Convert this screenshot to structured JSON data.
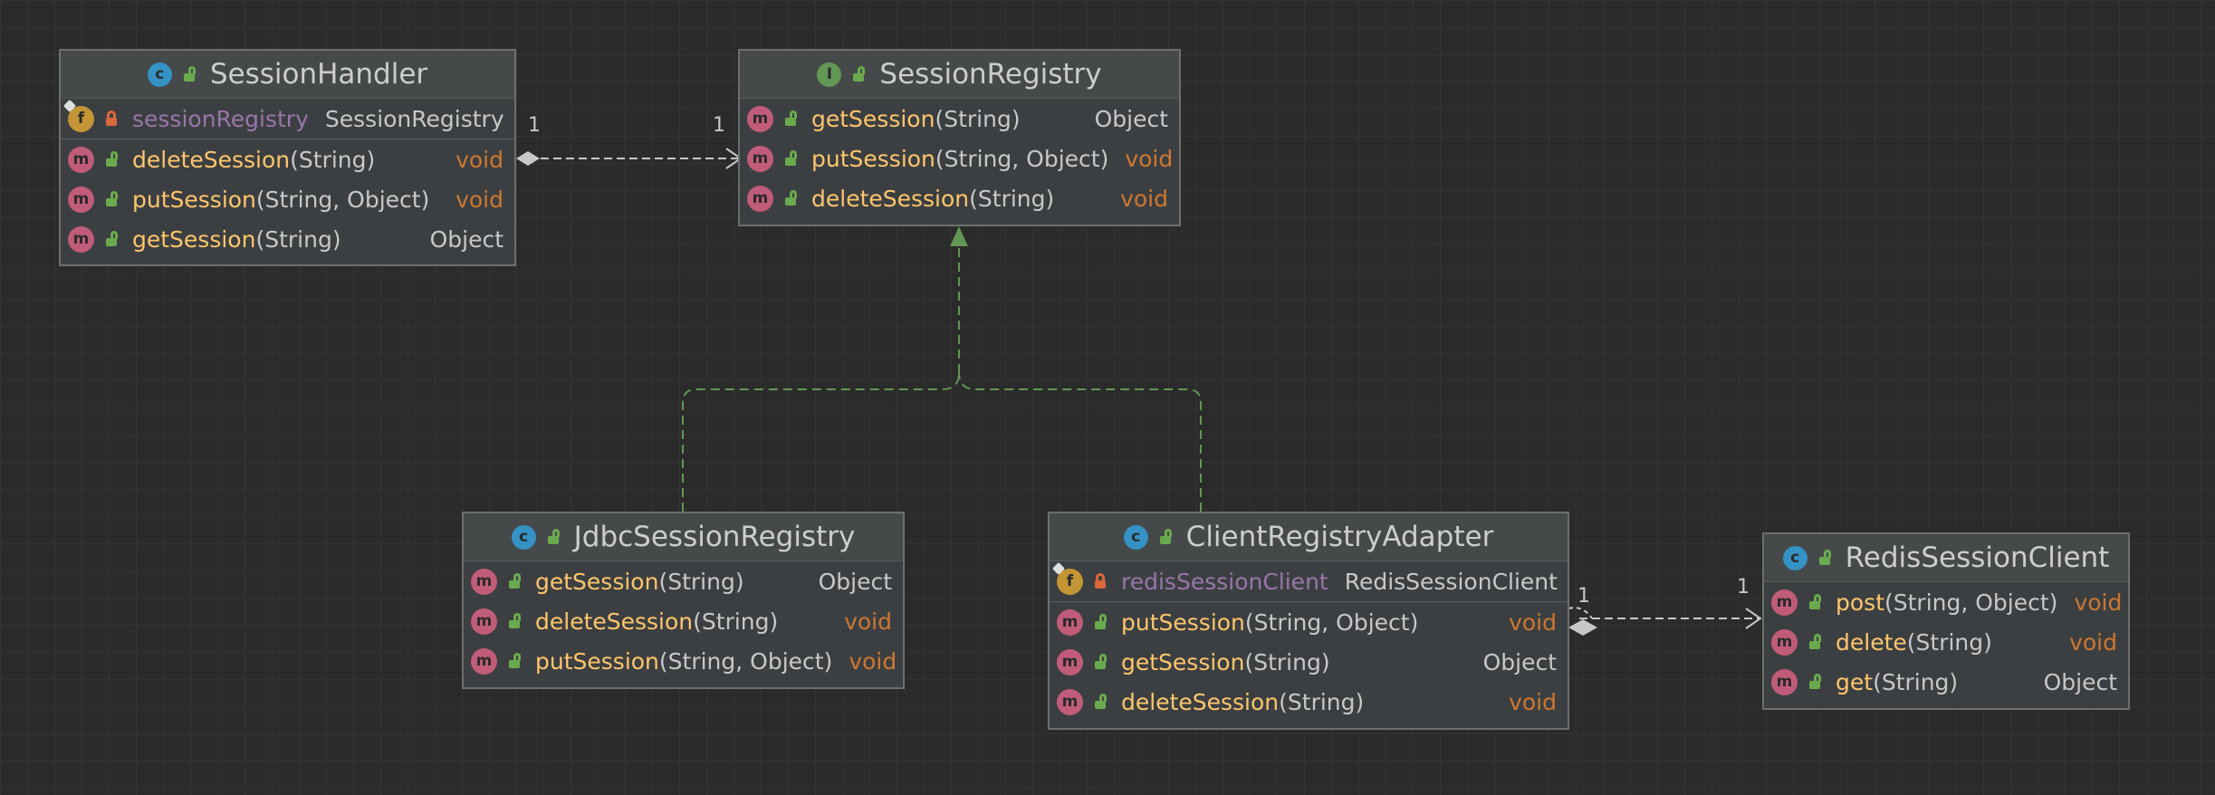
{
  "diagram": {
    "classes": [
      {
        "id": "session-handler",
        "kind": "C",
        "name": "SessionHandler",
        "fields": [
          {
            "name": "sessionRegistry",
            "type": "SessionRegistry",
            "visibility": "private"
          }
        ],
        "methods": [
          {
            "name": "deleteSession",
            "params": "(String)",
            "returns": "void"
          },
          {
            "name": "putSession",
            "params": "(String, Object)",
            "returns": "void"
          },
          {
            "name": "getSession",
            "params": "(String)",
            "returns": "Object"
          }
        ]
      },
      {
        "id": "session-registry",
        "kind": "I",
        "name": "SessionRegistry",
        "fields": [],
        "methods": [
          {
            "name": "getSession",
            "params": "(String)",
            "returns": "Object"
          },
          {
            "name": "putSession",
            "params": "(String, Object)",
            "returns": "void"
          },
          {
            "name": "deleteSession",
            "params": "(String)",
            "returns": "void"
          }
        ]
      },
      {
        "id": "jdbc-session-registry",
        "kind": "C",
        "name": "JdbcSessionRegistry",
        "fields": [],
        "methods": [
          {
            "name": "getSession",
            "params": "(String)",
            "returns": "Object"
          },
          {
            "name": "deleteSession",
            "params": "(String)",
            "returns": "void"
          },
          {
            "name": "putSession",
            "params": "(String, Object)",
            "returns": "void"
          }
        ]
      },
      {
        "id": "client-registry-adapter",
        "kind": "C",
        "name": "ClientRegistryAdapter",
        "fields": [
          {
            "name": "redisSessionClient",
            "type": "RedisSessionClient",
            "visibility": "private"
          }
        ],
        "methods": [
          {
            "name": "putSession",
            "params": "(String, Object)",
            "returns": "void"
          },
          {
            "name": "getSession",
            "params": "(String)",
            "returns": "Object"
          },
          {
            "name": "deleteSession",
            "params": "(String)",
            "returns": "void"
          }
        ]
      },
      {
        "id": "redis-session-client",
        "kind": "C",
        "name": "RedisSessionClient",
        "fields": [],
        "methods": [
          {
            "name": "post",
            "params": "(String, Object)",
            "returns": "void"
          },
          {
            "name": "delete",
            "params": "(String)",
            "returns": "void"
          },
          {
            "name": "get",
            "params": "(String)",
            "returns": "Object"
          }
        ]
      }
    ],
    "relations": [
      {
        "type": "composition",
        "from": "session-handler",
        "to": "session-registry",
        "from_mult": "1",
        "to_mult": "1"
      },
      {
        "type": "realization",
        "from": "jdbc-session-registry",
        "to": "session-registry"
      },
      {
        "type": "realization",
        "from": "client-registry-adapter",
        "to": "session-registry"
      },
      {
        "type": "composition",
        "from": "client-registry-adapter",
        "to": "redis-session-client",
        "from_mult": "1",
        "to_mult": "1"
      }
    ],
    "colors": {
      "background": "#2b2b2b",
      "grid": "#333333",
      "method_name": "#ffc66d",
      "field_name": "#9876aa",
      "void_type": "#cc7832",
      "realization_edge": "#629755",
      "association_edge": "#c8c8c8",
      "class_icon": "#3592c4",
      "interface_icon": "#629755",
      "method_icon": "#c05c79",
      "field_icon": "#c49534"
    },
    "icons": {
      "class": "class-c-icon",
      "interface": "interface-i-icon",
      "method": "method-m-icon",
      "field": "field-f-icon",
      "public": "public-lock-icon",
      "private": "private-lock-icon"
    }
  }
}
